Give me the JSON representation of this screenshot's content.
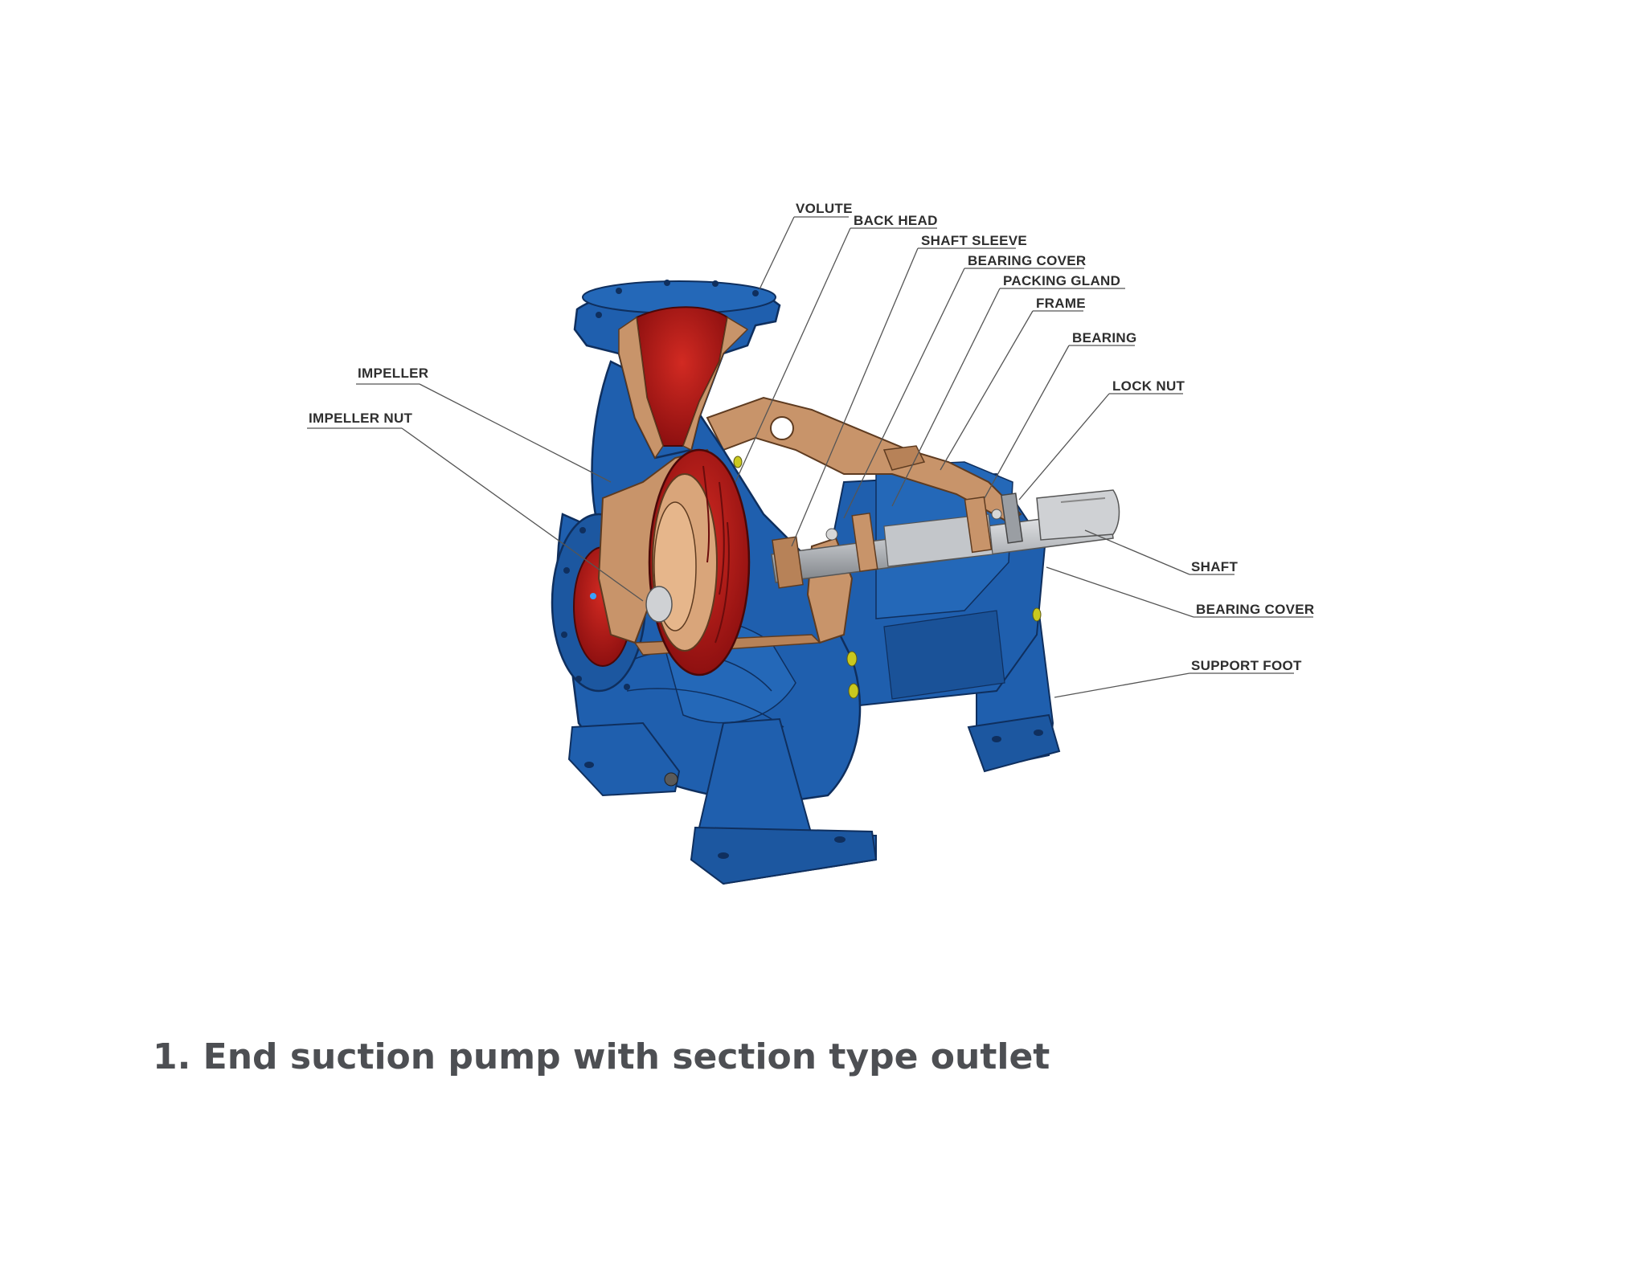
{
  "caption": "1. End suction pump with section type outlet",
  "callouts": {
    "volute": "VOLUTE",
    "back_head": "BACK HEAD",
    "shaft_sleeve": "SHAFT SLEEVE",
    "bearing_cover_top": "BEARING COVER",
    "packing_gland": "PACKING GLAND",
    "frame": "FRAME",
    "bearing": "BEARING",
    "lock_nut": "LOCK NUT",
    "impeller": "IMPELLER",
    "impeller_nut": "IMPELLER NUT",
    "shaft": "SHAFT",
    "bearing_cover_side": "BEARING COVER",
    "support_foot": "SUPPORT FOOT"
  },
  "colors": {
    "casing_blue": "#1f5fae",
    "casing_blue_dark": "#17488a",
    "section_bronze": "#c8946a",
    "impeller_red": "#b51818",
    "shaft_steel": "#b9bcc0",
    "caption_gray": "#4d4f53"
  }
}
